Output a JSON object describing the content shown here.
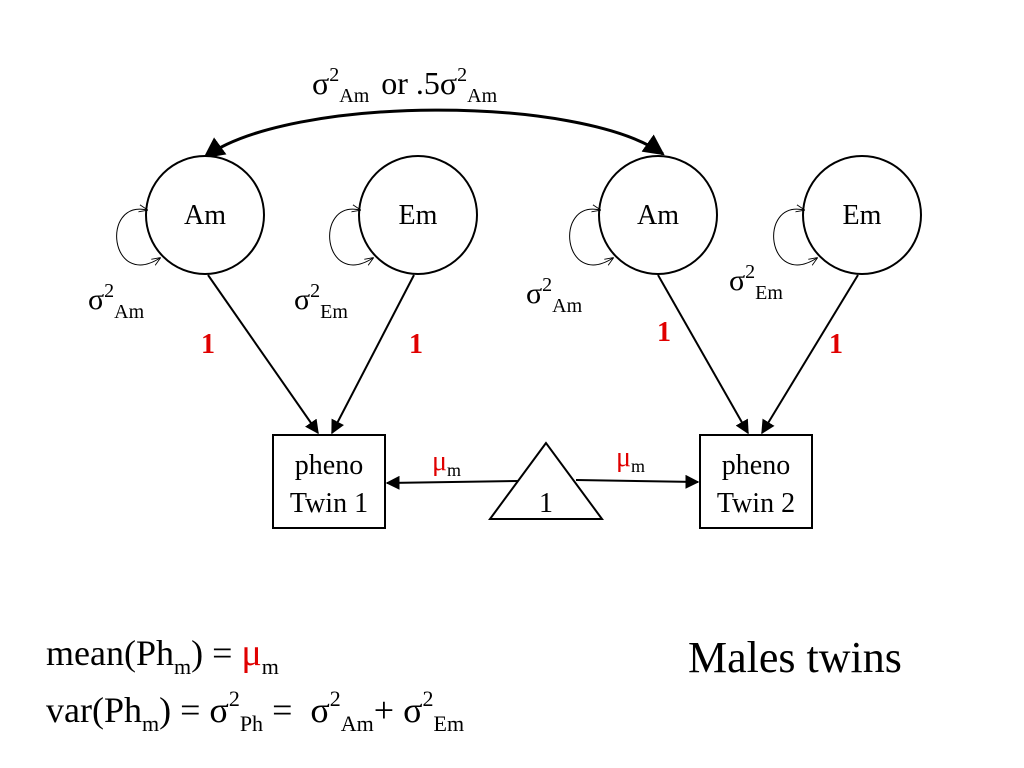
{
  "diagram": {
    "top_label": {
      "s1": "σ",
      "s1_sup": "2",
      "s1_sub": "Am",
      "or": "or .5",
      "s2": "σ",
      "s2_sup": "2",
      "s2_sub": "Am"
    },
    "twin1": {
      "am_label": "Am",
      "em_label": "Em",
      "am_var": {
        "sym": "σ",
        "sup": "2",
        "sub": "Am"
      },
      "em_var": {
        "sym": "σ",
        "sup": "2",
        "sub": "Em"
      },
      "am_path": "1",
      "em_path": "1",
      "pheno_line1": "pheno",
      "pheno_line2": "Twin 1",
      "mean": {
        "sym": "μ",
        "sub": "m"
      }
    },
    "twin2": {
      "am_label": "Am",
      "em_label": "Em",
      "am_var": {
        "sym": "σ",
        "sup": "2",
        "sub": "Am"
      },
      "em_var": {
        "sym": "σ",
        "sup": "2",
        "sub": "Em"
      },
      "am_path": "1",
      "em_path": "1",
      "pheno_line1": "pheno",
      "pheno_line2": "Twin 2",
      "mean": {
        "sym": "μ",
        "sub": "m"
      }
    },
    "triangle_label": "1",
    "colors": {
      "path_coef": "#e00000",
      "mean_symbol": "#e00000",
      "lines": "#000000"
    }
  },
  "formulas": {
    "mean": {
      "prefix": "mean(Ph",
      "sub": "m",
      "mid": ") = ",
      "mu": "μ",
      "mu_sub": "m"
    },
    "var": {
      "prefix": "var(Ph",
      "sub": "m",
      "mid": ") = σ",
      "sup1": "2",
      "sub1": "Ph",
      "eq": " =  σ",
      "sup2": "2",
      "sub2": "Am",
      "plus": "+ σ",
      "sup3": "2",
      "sub3": "Em"
    }
  },
  "title": "Males twins"
}
